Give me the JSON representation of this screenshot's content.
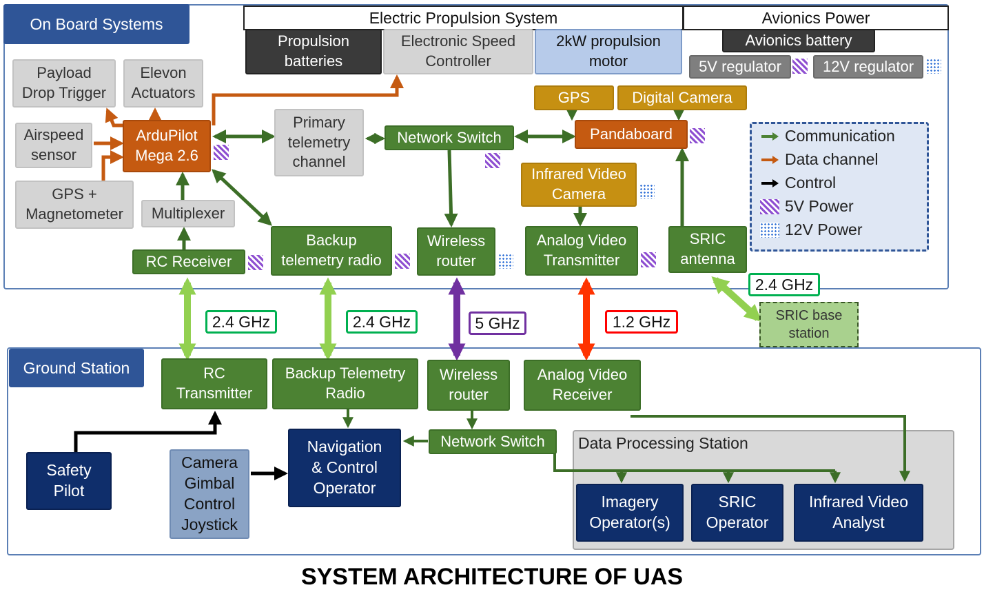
{
  "onboard": {
    "title": "On Board Systems",
    "payload_drop": "Payload\nDrop Trigger",
    "elevon": "Elevon\nActuators",
    "airspeed": "Airspeed\nsensor",
    "ardupilot": "ArduPilot\nMega 2.6",
    "gps_mag": "GPS +\nMagnetometer",
    "multiplexer": "Multiplexer",
    "rc_receiver": "RC Receiver",
    "primary_telemetry": "Primary\ntelemetry\nchannel",
    "backup_telemetry": "Backup\ntelemetry radio",
    "network_switch": "Network Switch",
    "wireless_router": "Wireless\nrouter",
    "pandaboard": "Pandaboard",
    "gps": "GPS",
    "digital_camera": "Digital Camera",
    "infrared_camera": "Infrared Video\nCamera",
    "analog_tx": "Analog Video\nTransmitter",
    "sric_antenna": "SRIC\nantenna"
  },
  "propulsion": {
    "header": "Electric Propulsion System",
    "batteries": "Propulsion\nbatteries",
    "esc": "Electronic Speed\nController",
    "motor": "2kW propulsion\nmotor"
  },
  "avionics": {
    "header": "Avionics Power",
    "battery": "Avionics battery",
    "reg5": "5V regulator",
    "reg12": "12V regulator"
  },
  "legend": {
    "communication": "Communication",
    "data_channel": "Data channel",
    "control": "Control",
    "power5": "5V Power",
    "power12": "12V Power"
  },
  "links": {
    "rc": "2.4 GHz",
    "telemetry": "2.4 GHz",
    "wifi": "5 GHz",
    "video": "1.2 GHz",
    "sric": "2.4 GHz"
  },
  "sric_base": "SRIC base\nstation",
  "ground": {
    "title": "Ground Station",
    "rc_tx": "RC\nTransmitter",
    "backup_radio": "Backup Telemetry\nRadio",
    "wireless_router": "Wireless\nrouter",
    "analog_rx": "Analog Video\nReceiver",
    "network_switch": "Network Switch",
    "safety_pilot": "Safety\nPilot",
    "gimbal": "Camera\nGimbal\nControl\nJoystick",
    "nav_operator": "Navigation\n& Control\nOperator",
    "dps_title": "Data Processing Station",
    "imagery": "Imagery\nOperator(s)",
    "sric_operator": "SRIC\nOperator",
    "ir_analyst": "Infrared Video\nAnalyst"
  },
  "caption": "SYSTEM ARCHITECTURE OF UAS",
  "colors": {
    "communication": "#4c8233",
    "data_channel": "#c55a11",
    "control": "#000000",
    "link_rc": "#92d050",
    "link_wifi": "#7030a0",
    "link_video": "#ff3300"
  }
}
